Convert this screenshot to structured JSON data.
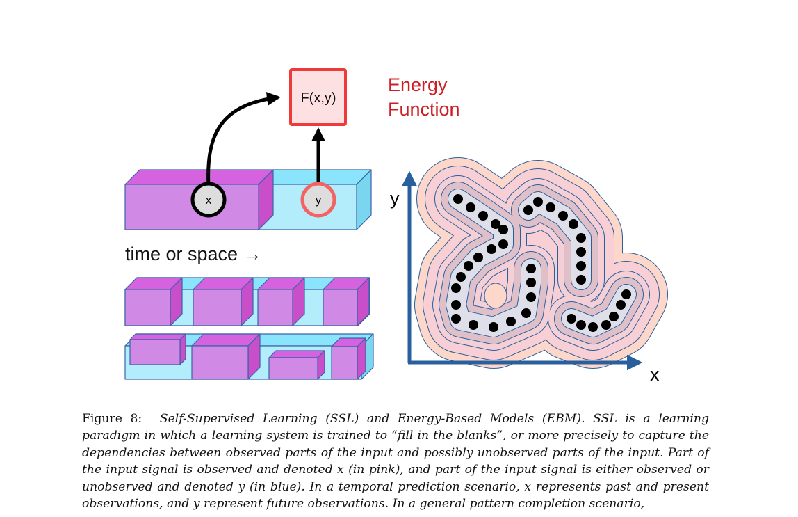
{
  "figure": {
    "energy_box_label": "F(x,y)",
    "energy_title_line1": "Energy",
    "energy_title_line2": "Function",
    "x_node_label": "x",
    "y_node_label": "y",
    "time_label": "time or space →",
    "plot_x_axis_label": "x",
    "plot_y_axis_label": "y",
    "colors": {
      "observed_pink": "#d08ae6",
      "unobserved_blue": "#b3ecfb",
      "energy_red": "#e8262b",
      "axis_blue": "#2a5f9e"
    }
  },
  "caption": {
    "label": "Figure 8:",
    "text": "Self-Supervised Learning (SSL) and Energy-Based Models (EBM). SSL is a learning paradigm in which a learning system is trained to “fill in the blanks”, or more precisely to capture the dependencies between observed parts of the input and possibly unobserved parts of the input. Part of the input signal is observed and denoted x (in pink), and part of the input signal is either observed or unobserved and denoted y (in blue). In a temporal prediction scenario, x represents past and present observations, and y represent future observations. In a general pattern completion scenario,"
  }
}
